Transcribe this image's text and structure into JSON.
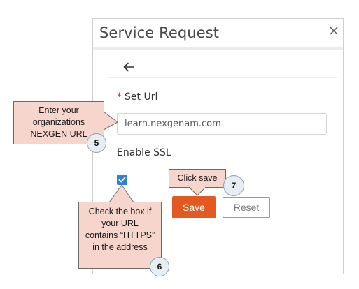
{
  "dialog": {
    "title": "Service Request",
    "set_url_label": "Set Url",
    "required_marker": "*",
    "url_value": "learn.nexgenam.com",
    "enable_ssl_label": "Enable SSL",
    "ssl_checked": true,
    "save_label": "Save",
    "reset_label": "Reset"
  },
  "callouts": {
    "url": {
      "text": "Enter your organizations NEXGEN URL",
      "step": "5"
    },
    "ssl": {
      "text": "Check the box if your URL contains “HTTPS” in the address",
      "step": "6"
    },
    "save": {
      "text": "Click save",
      "step": "7"
    }
  },
  "colors": {
    "accent_save": "#e25a22",
    "checkbox": "#2f80d6",
    "callout_fill": "#f6d6cc"
  }
}
